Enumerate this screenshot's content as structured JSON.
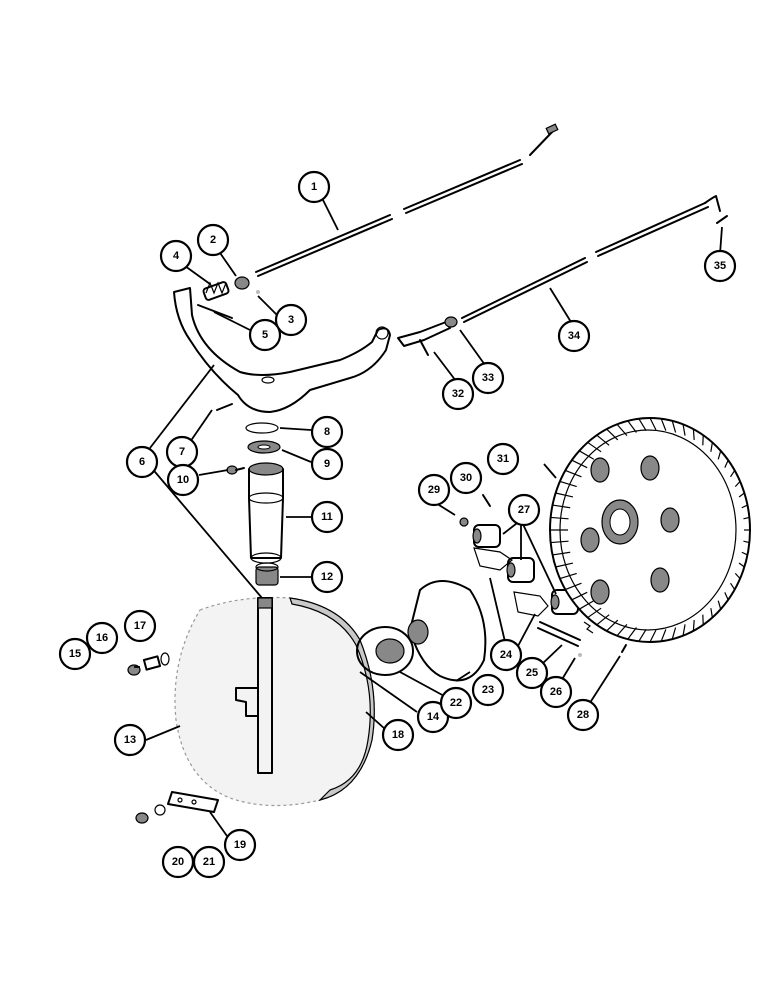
{
  "callouts": [
    {
      "number": "1"
    },
    {
      "number": "2"
    },
    {
      "number": "3"
    },
    {
      "number": "4"
    },
    {
      "number": "5"
    },
    {
      "number": "6"
    },
    {
      "number": "7"
    },
    {
      "number": "8"
    },
    {
      "number": "9"
    },
    {
      "number": "10"
    },
    {
      "number": "11"
    },
    {
      "number": "12"
    },
    {
      "number": "13"
    },
    {
      "number": "14"
    },
    {
      "number": "15"
    },
    {
      "number": "16"
    },
    {
      "number": "17"
    },
    {
      "number": "18"
    },
    {
      "number": "19"
    },
    {
      "number": "20"
    },
    {
      "number": "21"
    },
    {
      "number": "22"
    },
    {
      "number": "23"
    },
    {
      "number": "24"
    },
    {
      "number": "25"
    },
    {
      "number": "26"
    },
    {
      "number": "27"
    },
    {
      "number": "28"
    },
    {
      "number": "29"
    },
    {
      "number": "30"
    },
    {
      "number": "31"
    },
    {
      "number": "32"
    },
    {
      "number": "33"
    },
    {
      "number": "34"
    },
    {
      "number": "35"
    }
  ]
}
